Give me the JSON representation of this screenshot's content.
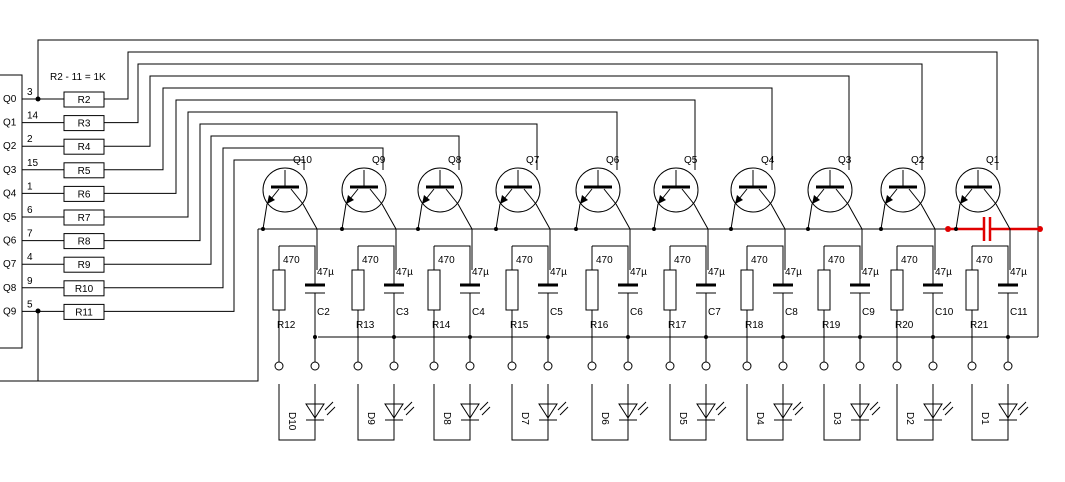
{
  "note": "R2 - 11 = 1K",
  "ic_pins": [
    {
      "label": "Q0",
      "pin": "3",
      "resistor": "R2"
    },
    {
      "label": "Q1",
      "pin": "14",
      "resistor": "R3"
    },
    {
      "label": "Q2",
      "pin": "2",
      "resistor": "R4"
    },
    {
      "label": "Q3",
      "pin": "15",
      "resistor": "R5"
    },
    {
      "label": "Q4",
      "pin": "1",
      "resistor": "R6"
    },
    {
      "label": "Q5",
      "pin": "6",
      "resistor": "R7"
    },
    {
      "label": "Q6",
      "pin": "7",
      "resistor": "R8"
    },
    {
      "label": "Q7",
      "pin": "4",
      "resistor": "R9"
    },
    {
      "label": "Q8",
      "pin": "9",
      "resistor": "R10"
    },
    {
      "label": "Q9",
      "pin": "5",
      "resistor": "R11"
    }
  ],
  "stages": [
    {
      "transistor": "Q10",
      "resistor": "R12",
      "res_value": "470",
      "capacitor": "C2",
      "cap_value": "47µ",
      "led": "D10"
    },
    {
      "transistor": "Q9",
      "resistor": "R13",
      "res_value": "470",
      "capacitor": "C3",
      "cap_value": "47µ",
      "led": "D9"
    },
    {
      "transistor": "Q8",
      "resistor": "R14",
      "res_value": "470",
      "capacitor": "C4",
      "cap_value": "47µ",
      "led": "D8"
    },
    {
      "transistor": "Q7",
      "resistor": "R15",
      "res_value": "470",
      "capacitor": "C5",
      "cap_value": "47µ",
      "led": "D7"
    },
    {
      "transistor": "Q6",
      "resistor": "R16",
      "res_value": "470",
      "capacitor": "C6",
      "cap_value": "47µ",
      "led": "D6"
    },
    {
      "transistor": "Q5",
      "resistor": "R17",
      "res_value": "470",
      "capacitor": "C7",
      "cap_value": "47µ",
      "led": "D5"
    },
    {
      "transistor": "Q4",
      "resistor": "R18",
      "res_value": "470",
      "capacitor": "C8",
      "cap_value": "47µ",
      "led": "D4"
    },
    {
      "transistor": "Q3",
      "resistor": "R19",
      "res_value": "470",
      "capacitor": "C9",
      "cap_value": "47µ",
      "led": "D3"
    },
    {
      "transistor": "Q2",
      "resistor": "R20",
      "res_value": "470",
      "capacitor": "C10",
      "cap_value": "47µ",
      "led": "D2"
    },
    {
      "transistor": "Q1",
      "resistor": "R21",
      "res_value": "470",
      "capacitor": "C11",
      "cap_value": "47µ",
      "led": "D1"
    }
  ],
  "colors": {
    "wire": "#000000",
    "highlight": "#e00000",
    "background": "#ffffff"
  }
}
